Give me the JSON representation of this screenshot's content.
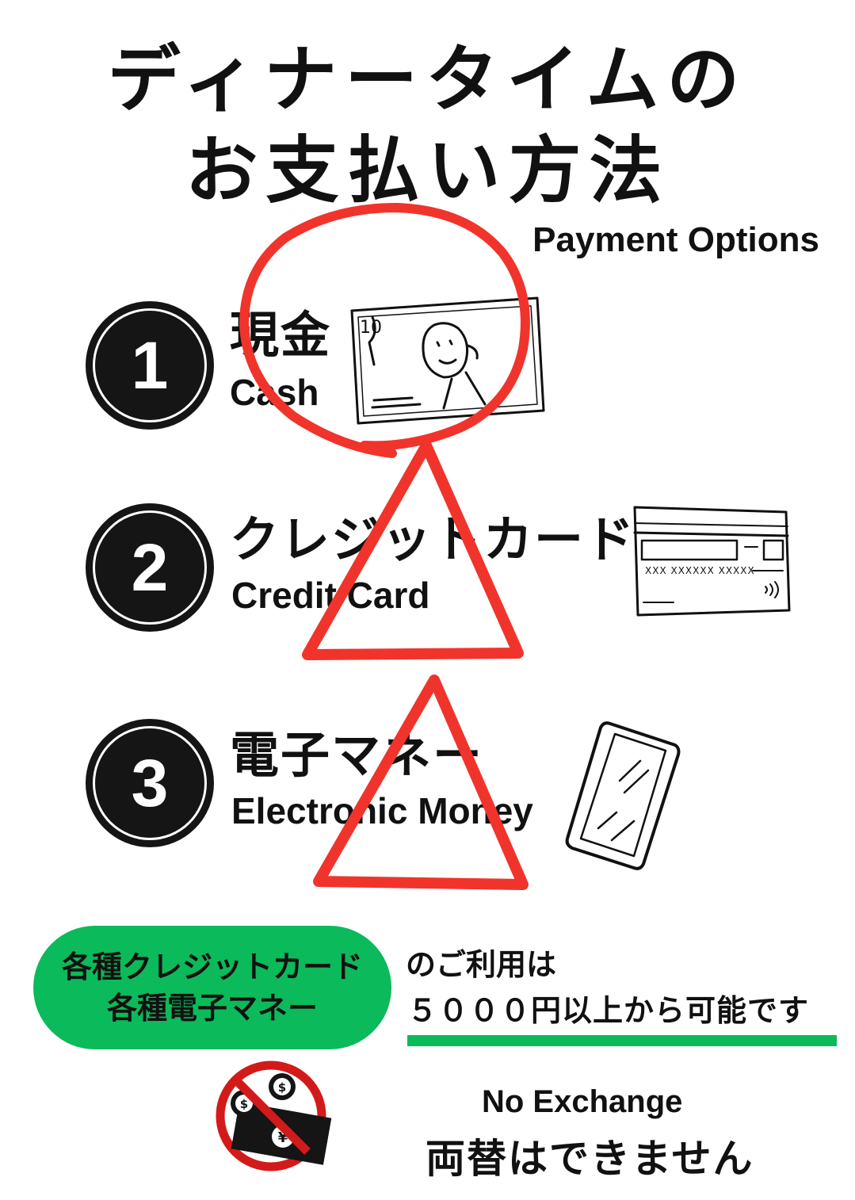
{
  "title": {
    "line1": "ディナータイムの",
    "line2": "お支払い方法",
    "subtitle": "Payment Options"
  },
  "options": [
    {
      "number": "1",
      "jp": "現金",
      "en": "Cash",
      "icon": "banknote-icon",
      "mark": "circle"
    },
    {
      "number": "2",
      "jp": "クレジットカード",
      "en": "Credit Card",
      "icon": "credit-card-icon",
      "mark": "triangle"
    },
    {
      "number": "3",
      "jp": "電子マネー",
      "en": "Electronic Money",
      "icon": "smartphone-icon",
      "mark": "triangle"
    }
  ],
  "banknote_text": "10",
  "card_number_text": "XXX XXXXXX XXXXX",
  "notice": {
    "pill_line1": "各種クレジットカード",
    "pill_line2": "各種電子マネー",
    "line1": "のご利用は",
    "line2": "５０００円以上から可能です"
  },
  "exchange": {
    "en": "No Exchange",
    "jp": "両替はできません",
    "icon": "no-exchange-icon"
  },
  "colors": {
    "mark_red": "#f0342c",
    "green": "#0bba5a",
    "ink": "#111111"
  }
}
